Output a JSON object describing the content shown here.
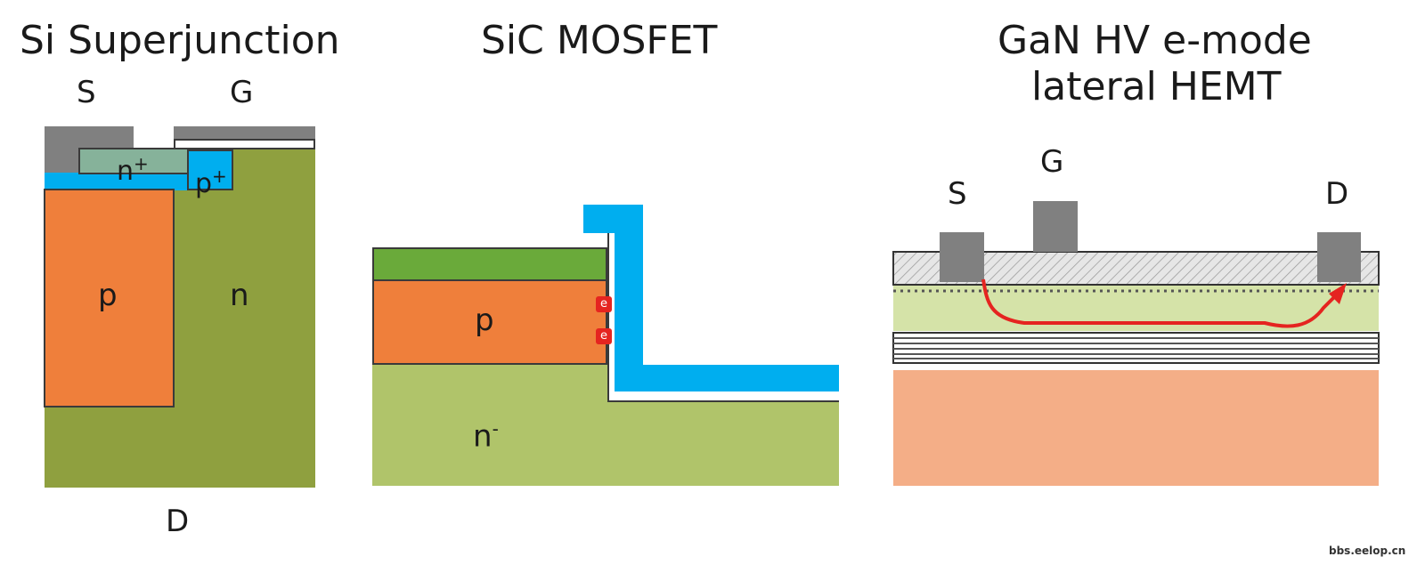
{
  "titles": {
    "si": "Si Superjunction",
    "sic": "SiC MOSFET",
    "gan_line1": "GaN HV e-mode",
    "gan_line2": "lateral HEMT"
  },
  "si": {
    "source": "S",
    "gate": "G",
    "drain": "D",
    "n_plus": "n",
    "n_plus_sup": "+",
    "p_plus": "p",
    "p_plus_sup": "+",
    "p_pillar": "p",
    "n_region": "n"
  },
  "sic": {
    "p_region": "p",
    "n_minus": "n",
    "n_minus_sup": "-",
    "electron": "e"
  },
  "gan": {
    "source": "S",
    "gate": "G",
    "drain": "D"
  },
  "watermark": "bbs.eelop.cn",
  "colors": {
    "olive": "#8fa03f",
    "orange": "#ef7f3b",
    "blue": "#00aeef",
    "teal": "#86b29a",
    "gray": "#808080",
    "light_green": "#b0c46a",
    "green": "#6aaa3a",
    "pale_green": "#d5e3a8",
    "salmon": "#f4ae87",
    "red": "#e52420"
  }
}
